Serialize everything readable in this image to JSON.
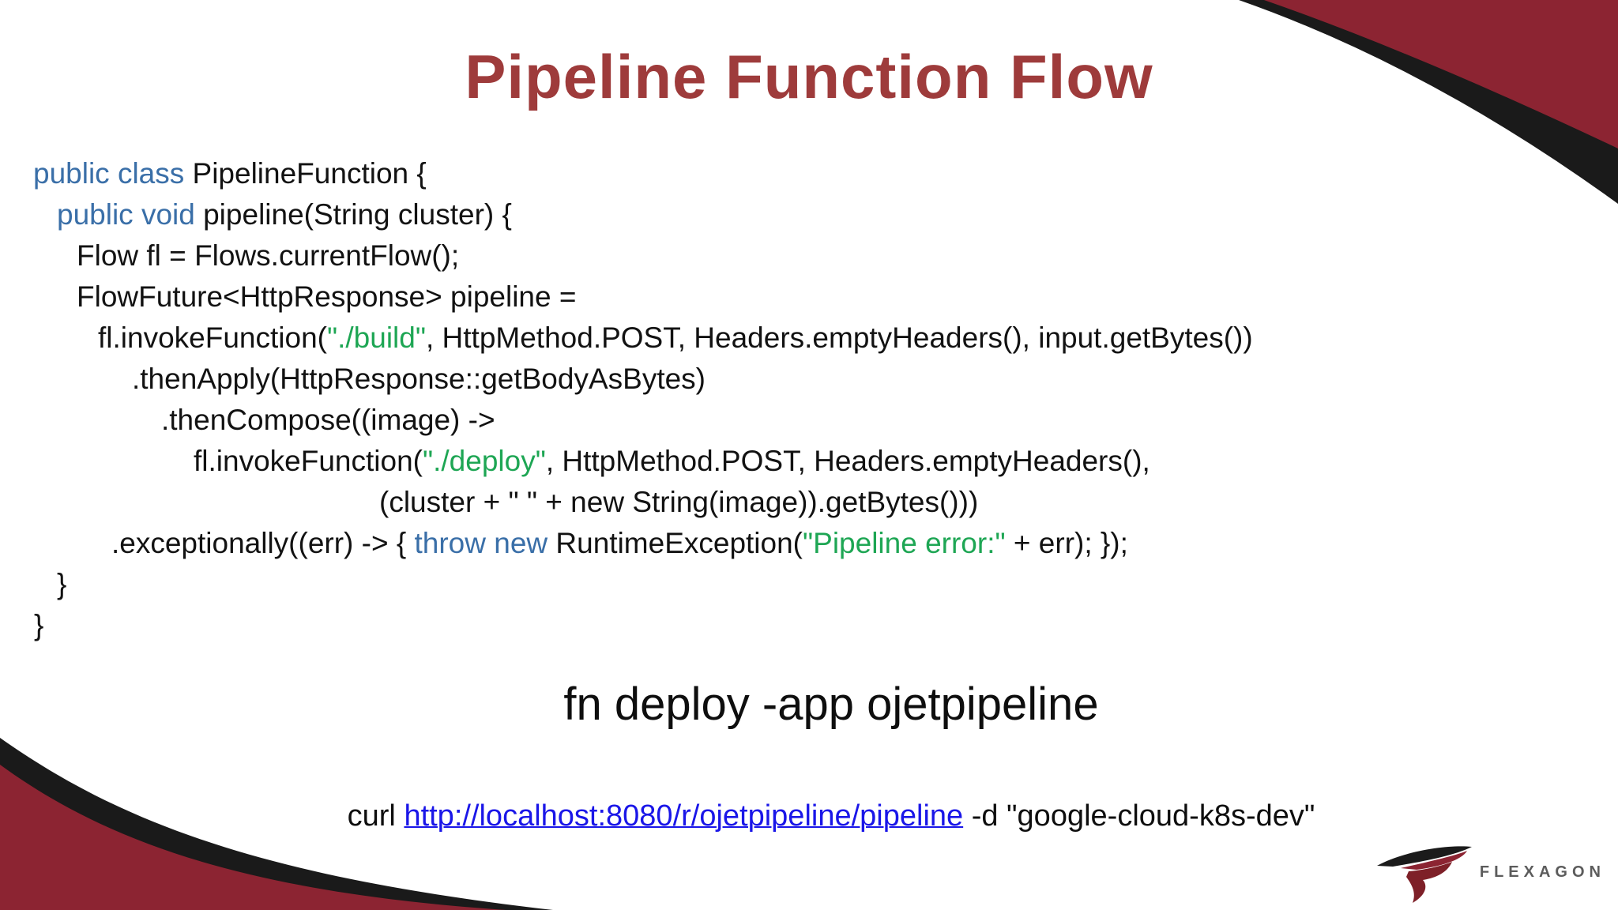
{
  "colors": {
    "title": "#9e3b3b",
    "maroon": "#8c2432",
    "stripe": "#1a1a1a",
    "keyword": "#3a6fa8",
    "string": "#1ea654",
    "plain": "#121212",
    "link": "#1a16e8",
    "logo_text": "#5c5c5c",
    "logo_dark": "#1b1b1b",
    "logo_red": "#7e2028"
  },
  "title": "Pipeline Function Flow",
  "code": {
    "lines": [
      {
        "indent": 42,
        "segments": [
          {
            "t": "public class ",
            "c": "k"
          },
          {
            "t": "PipelineFunction {",
            "c": "p"
          }
        ]
      },
      {
        "indent": 72,
        "segments": [
          {
            "t": "public void ",
            "c": "k"
          },
          {
            "t": "pipeline(String cluster) {",
            "c": "p"
          }
        ]
      },
      {
        "indent": 97,
        "segments": [
          {
            "t": "Flow fl = Flows.currentFlow();",
            "c": "p"
          }
        ]
      },
      {
        "indent": 97,
        "segments": [
          {
            "t": "FlowFuture<HttpResponse> pipeline =",
            "c": "p"
          }
        ]
      },
      {
        "indent": 124,
        "segments": [
          {
            "t": "fl.invokeFunction(",
            "c": "p"
          },
          {
            "t": "\"./build\"",
            "c": "s"
          },
          {
            "t": ", HttpMethod.POST, Headers.emptyHeaders(), input.getBytes())",
            "c": "p"
          }
        ]
      },
      {
        "indent": 167,
        "segments": [
          {
            "t": ".thenApply(HttpResponse::getBodyAsBytes)",
            "c": "p"
          }
        ]
      },
      {
        "indent": 204,
        "segments": [
          {
            "t": ".thenCompose((image) ->",
            "c": "p"
          }
        ]
      },
      {
        "indent": 245,
        "segments": [
          {
            "t": "fl.invokeFunction(",
            "c": "p"
          },
          {
            "t": "\"./deploy\"",
            "c": "s"
          },
          {
            "t": ", HttpMethod.POST, Headers.emptyHeaders(),",
            "c": "p"
          }
        ]
      },
      {
        "indent": 480,
        "segments": [
          {
            "t": "(cluster + \" \" + new String(image)).getBytes()))",
            "c": "p"
          }
        ]
      },
      {
        "indent": 141,
        "segments": [
          {
            "t": ".exceptionally((err) -> { ",
            "c": "p"
          },
          {
            "t": "throw new ",
            "c": "k"
          },
          {
            "t": "RuntimeException(",
            "c": "p"
          },
          {
            "t": "\"Pipeline error:\"",
            "c": "s"
          },
          {
            "t": " + err); });",
            "c": "p"
          }
        ]
      },
      {
        "indent": 72,
        "segments": [
          {
            "t": "}",
            "c": "p"
          }
        ]
      },
      {
        "indent": 43,
        "segments": [
          {
            "t": "}",
            "c": "p"
          }
        ]
      }
    ]
  },
  "fn_command": "fn deploy -app ojetpipeline",
  "curl": {
    "prefix": "curl ",
    "link": "http://localhost:8080/r/ojetpipeline/pipeline",
    "suffix": " -d \"google-cloud-k8s-dev\""
  },
  "logo": {
    "brand": "FLEXAGON",
    "icon": "flexagon-tornado-icon"
  }
}
